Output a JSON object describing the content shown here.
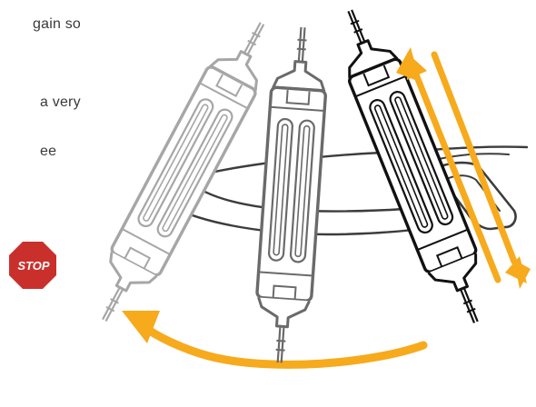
{
  "text_fragments": [
    "gain so",
    "a very",
    "ee"
  ],
  "stop_sign": {
    "label": "STOP",
    "color": "#c9302c"
  },
  "colors": {
    "arrow": "#f6aa1c",
    "hull": "#3c3c3c",
    "ghost_light": "#a6a6a6",
    "ghost_mid": "#6a6a6a",
    "transducer_dark": "#111111"
  },
  "icons": [
    "curved-arrow-icon",
    "double-arrow-icon",
    "stop-sign-icon",
    "boat-hull-icon"
  ]
}
